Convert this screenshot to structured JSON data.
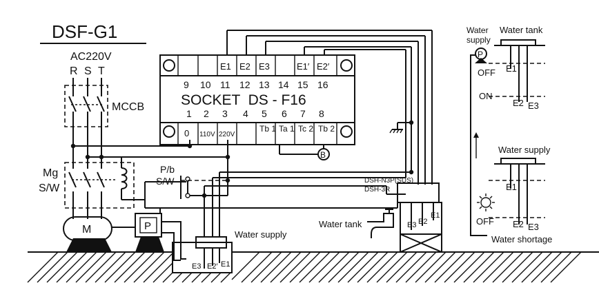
{
  "title": "DSF-G1",
  "power": {
    "supply": "AC220V",
    "phases": [
      "R",
      "S",
      "T"
    ],
    "breaker_label": "MCCB",
    "contactor_label_1": "Mg",
    "contactor_label_2": "S/W",
    "pushbutton_label_1": "P/b",
    "pushbutton_label_2": "S/W"
  },
  "socket": {
    "model": "SOCKET  DS - F16",
    "top_terminals": [
      "",
      "",
      "E1",
      "E2",
      "E3",
      "",
      "E1′",
      "E2′"
    ],
    "top_pins": [
      "9",
      "10",
      "11",
      "12",
      "13",
      "14",
      "15",
      "16"
    ],
    "bottom_pins": [
      "1",
      "2",
      "3",
      "4",
      "5",
      "6",
      "7",
      "8"
    ],
    "bottom_terminals": [
      "0",
      "110V",
      "220V",
      "",
      "Tb 1",
      "Ta 1",
      "Tc 2",
      "Tb 2"
    ]
  },
  "labels": {
    "motor": "M",
    "pump": "P",
    "bell": "B",
    "water_supply_sump": "Water supply",
    "water_tank_left": "Water tank",
    "sensor_model_1": "DSH-N3P(SUS)",
    "sensor_model_2": "DSH-3R",
    "sump_e3": "E3",
    "sump_e2": "E2′",
    "sump_e1": "E1",
    "tank_e3": "E3",
    "tank_e2": "E2",
    "tank_e1": "E1"
  },
  "right_panel": {
    "water_supply_label_1": "Water",
    "water_supply_label_2": "supply",
    "pump_symbol": "P",
    "tank_title": "Water tank",
    "off": "OFF",
    "on": "ON",
    "e1": "E1",
    "e2": "E2",
    "e3": "E3",
    "water_supply_title": "Water supply",
    "lamp_off": "OFF",
    "e1_b": "E1",
    "e2_b": "E2",
    "e3_b": "E3",
    "water_shortage": "Water shortage"
  }
}
